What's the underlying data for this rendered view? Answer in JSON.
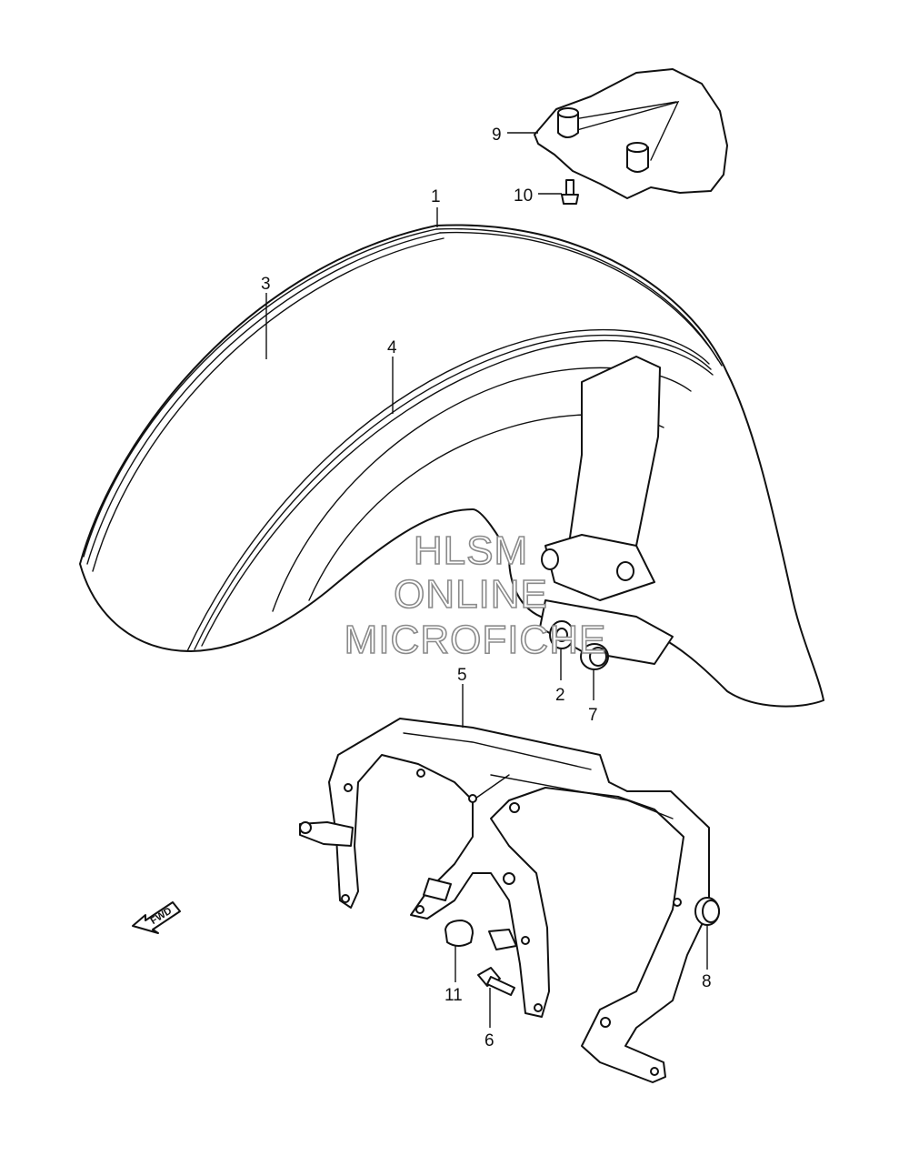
{
  "diagram": {
    "callouts": [
      {
        "id": "c1",
        "label": "1"
      },
      {
        "id": "c2",
        "label": "2"
      },
      {
        "id": "c3",
        "label": "3"
      },
      {
        "id": "c4",
        "label": "4"
      },
      {
        "id": "c5",
        "label": "5"
      },
      {
        "id": "c6",
        "label": "6"
      },
      {
        "id": "c7",
        "label": "7"
      },
      {
        "id": "c8",
        "label": "8"
      },
      {
        "id": "c9",
        "label": "9"
      },
      {
        "id": "c10",
        "label": "10"
      },
      {
        "id": "c11",
        "label": "11"
      }
    ],
    "direction_marker": "FWD"
  },
  "watermark": {
    "line1": "HLSM",
    "line2": "ONLINE",
    "line3": "MICROFICHE"
  },
  "colors": {
    "line": "#111111",
    "watermark_outline": "#8a8a8a",
    "background": "#ffffff"
  }
}
